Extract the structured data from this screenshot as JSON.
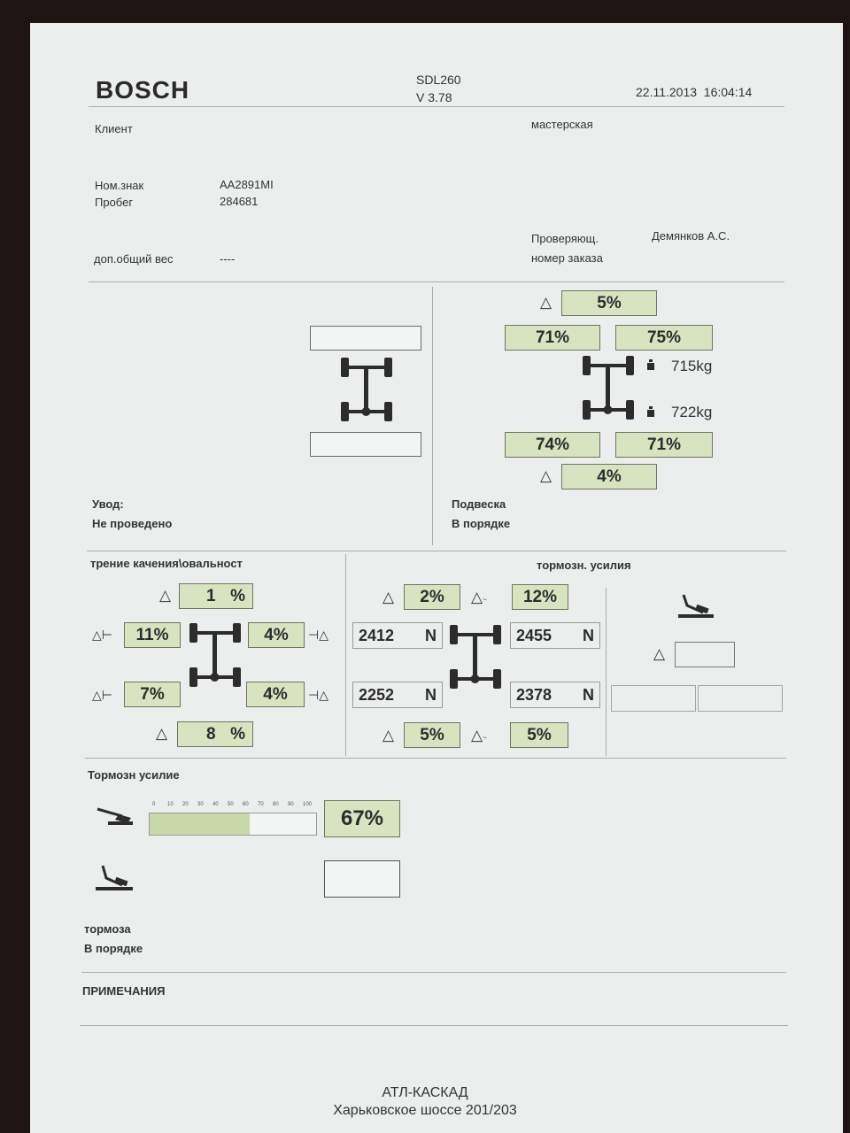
{
  "header": {
    "brand": "BOSCH",
    "device": "SDL260",
    "version": "V 3.78",
    "datetime": "22.11.2013  16:04:14"
  },
  "info": {
    "client_label": "Клиент",
    "workshop_label": "мастерская",
    "plate_label": "Ном.знак",
    "plate_value": "AA2891MI",
    "mileage_label": "Пробег",
    "mileage_value": "284681",
    "inspector_label": "Проверяющ.",
    "inspector_value": "Демянков А.С.",
    "order_label": "номер заказа",
    "extra_weight_label": "доп.общий вес",
    "extra_weight_value": "----"
  },
  "alignment": {
    "title": "Увод:",
    "status": "Не проведено"
  },
  "suspension": {
    "title": "Подвеска",
    "status": "В порядке",
    "front_delta": "5%",
    "front_left": "71%",
    "front_right": "75%",
    "front_weight": "715kg",
    "rear_weight": "722kg",
    "rear_left": "74%",
    "rear_right": "71%",
    "rear_delta": "4%"
  },
  "rolling": {
    "title": "трение качения\\овальност",
    "front_delta_value": "1",
    "front_delta_unit": "%",
    "front_left": "11%",
    "front_right": "4%",
    "rear_left": "7%",
    "rear_right": "4%",
    "rear_delta_value": "8",
    "rear_delta_unit": "%"
  },
  "brake_force": {
    "title": "тормозн. усилия",
    "front_delta": "2%",
    "front_delta2": "12%",
    "front_left_value": "2412",
    "front_right_value": "2455",
    "rear_left_value": "2252",
    "rear_right_value": "2378",
    "unit": "N",
    "rear_delta": "5%",
    "rear_delta2": "5%"
  },
  "parking": {
    "title": "Тормозн усилие",
    "scale_ticks": [
      "0",
      "10",
      "20",
      "30",
      "40",
      "50",
      "60",
      "70",
      "80",
      "90",
      "100"
    ],
    "efficiency_fraction": 0.6,
    "efficiency_value": "67%"
  },
  "brakes": {
    "title": "тормоза",
    "status": "В порядке"
  },
  "notes_label": "ПРИМЕЧАНИЯ",
  "footer": {
    "company": "АТЛ-КАСКАД",
    "address": "Харьковское шоссе 201/203"
  },
  "colors": {
    "value_box": "#d8e3c0",
    "bar_fill": "#c9d8a8",
    "paper": "#eceeee"
  }
}
